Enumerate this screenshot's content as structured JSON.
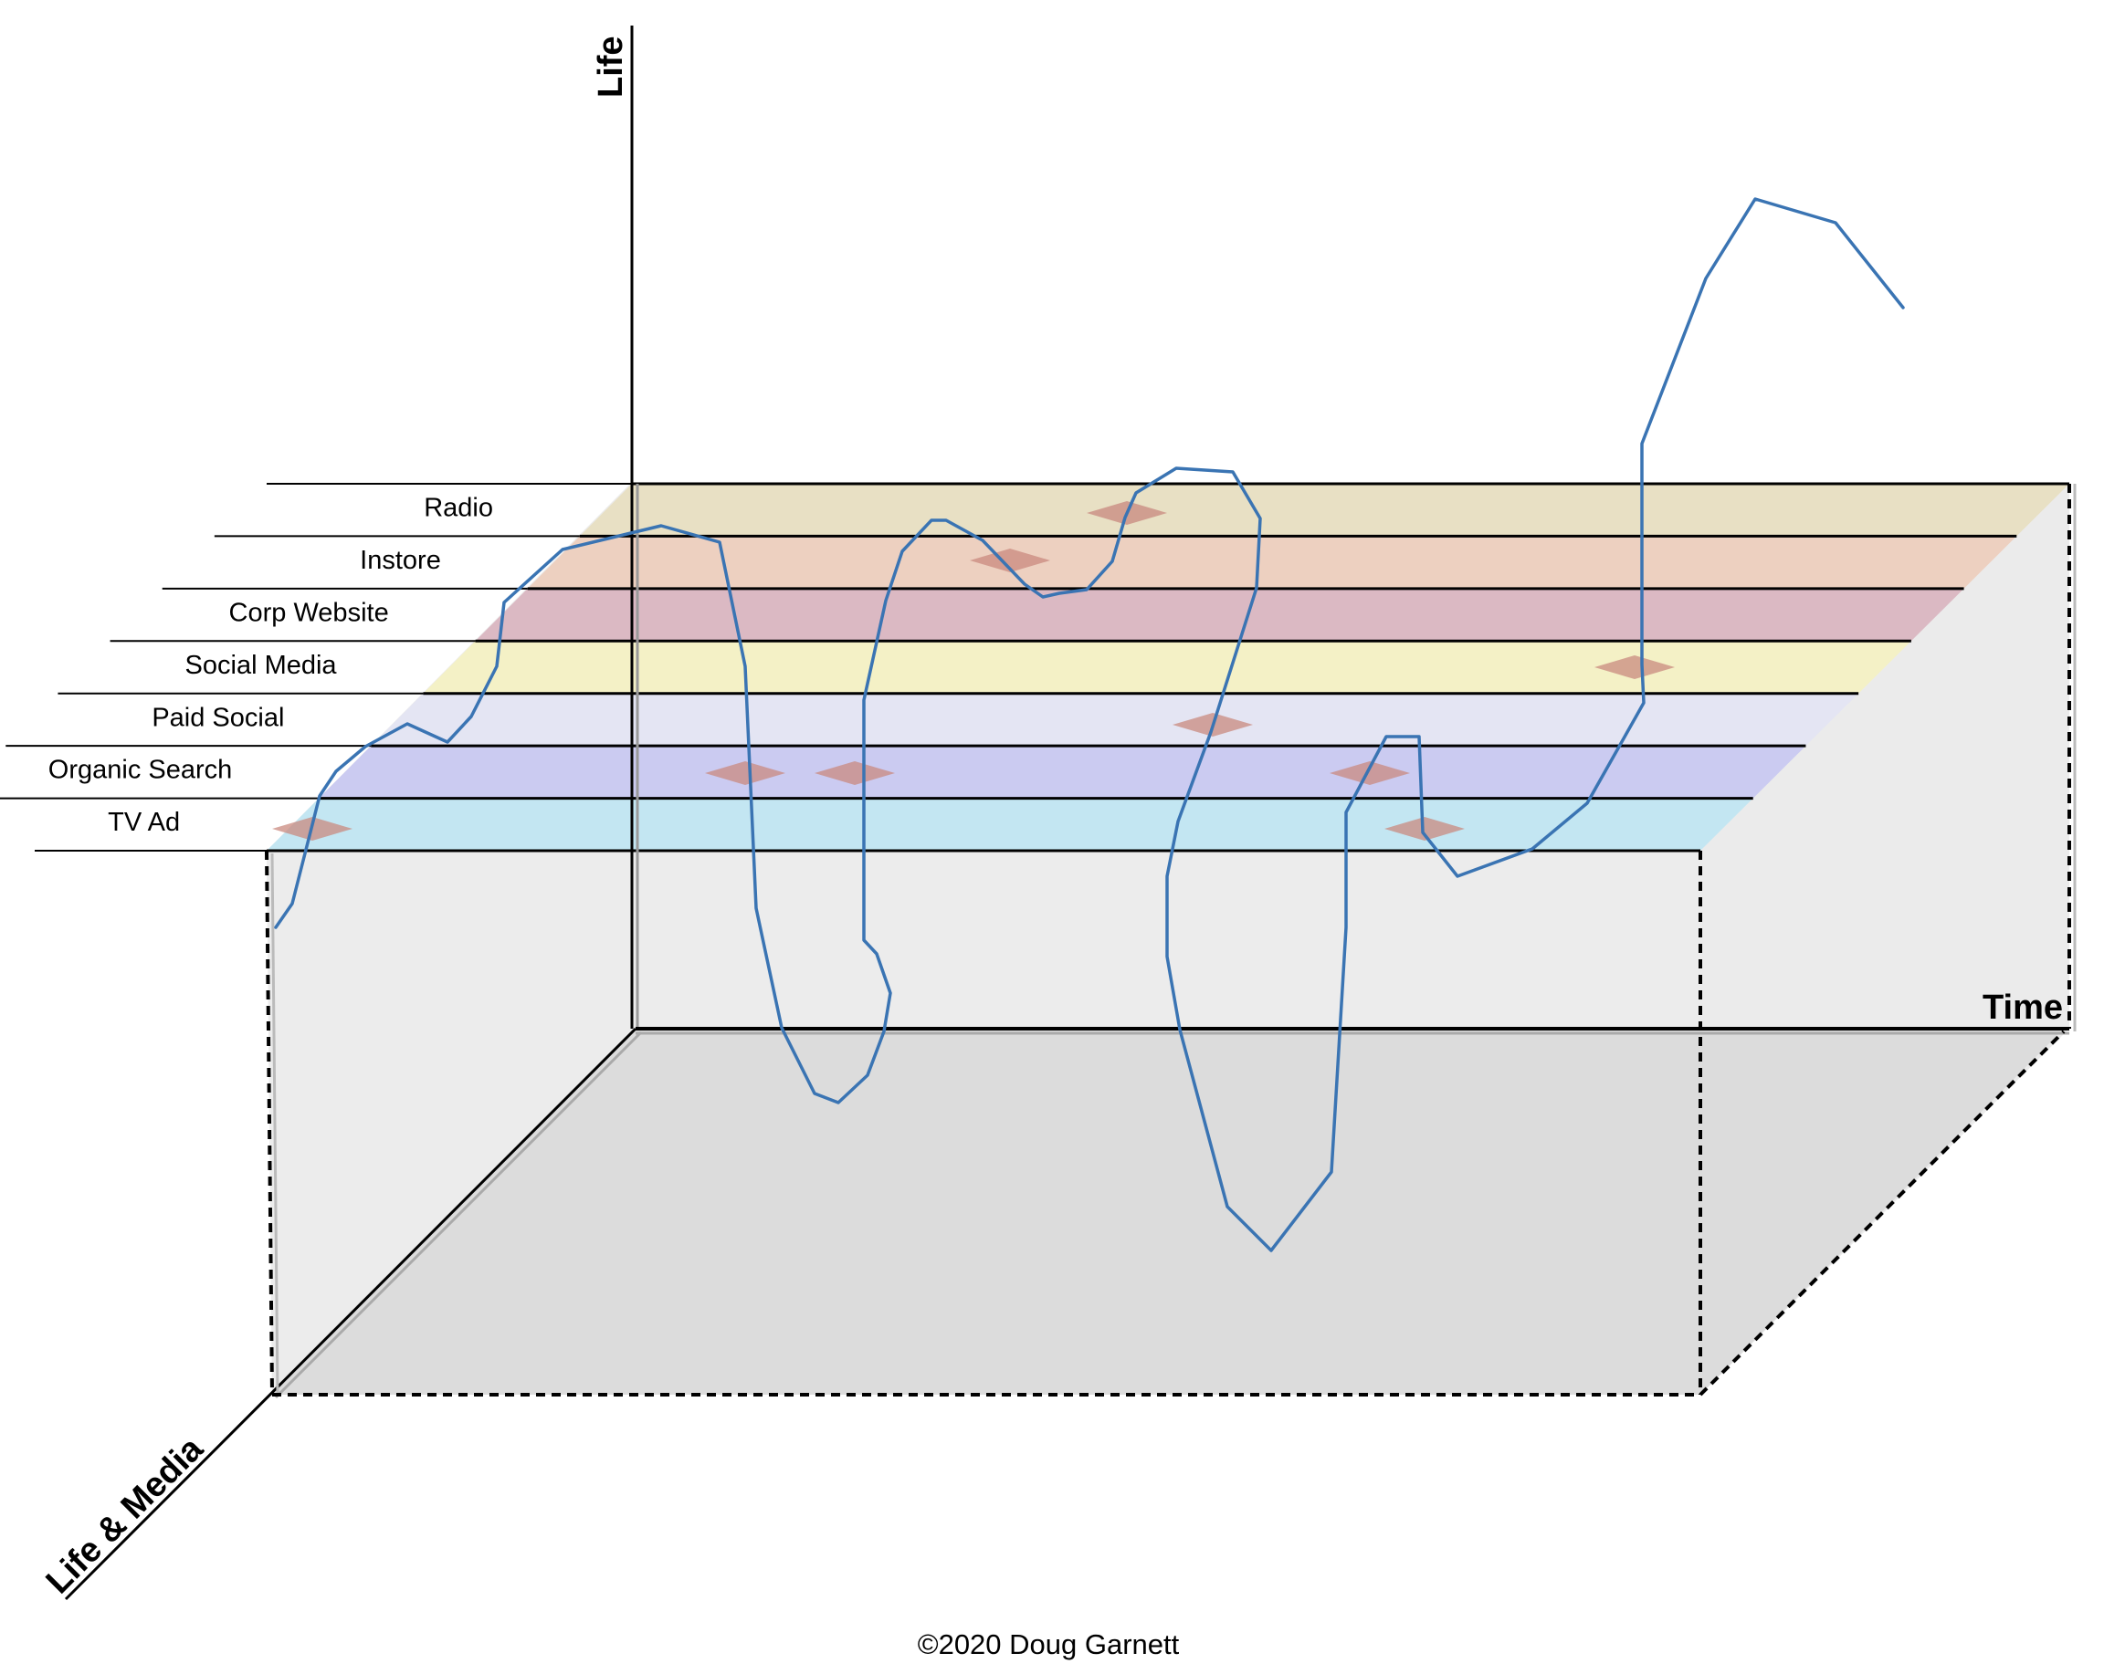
{
  "axes": {
    "vertical": "Life",
    "horizontal": "Time",
    "depth": "Life & Media"
  },
  "layers": [
    {
      "label": "Radio",
      "color": "#e8e0c4"
    },
    {
      "label": "Instore",
      "color": "#edd0c0"
    },
    {
      "label": "Corp Website",
      "color": "#dbb9c3"
    },
    {
      "label": "Social Media",
      "color": "#f4f1c6"
    },
    {
      "label": "Paid Social",
      "color": "#e4e5f3"
    },
    {
      "label": "Organic Search",
      "color": "#cbcbf1"
    },
    {
      "label": "TV Ad",
      "color": "#c3e6f2"
    }
  ],
  "colors": {
    "journey_line": "#3a74b3",
    "touchpoint_marker": "#c9897f",
    "box_side": "#ededed",
    "box_floor": "#dcdcdc"
  },
  "copyright": "©2020 Doug Garnett"
}
